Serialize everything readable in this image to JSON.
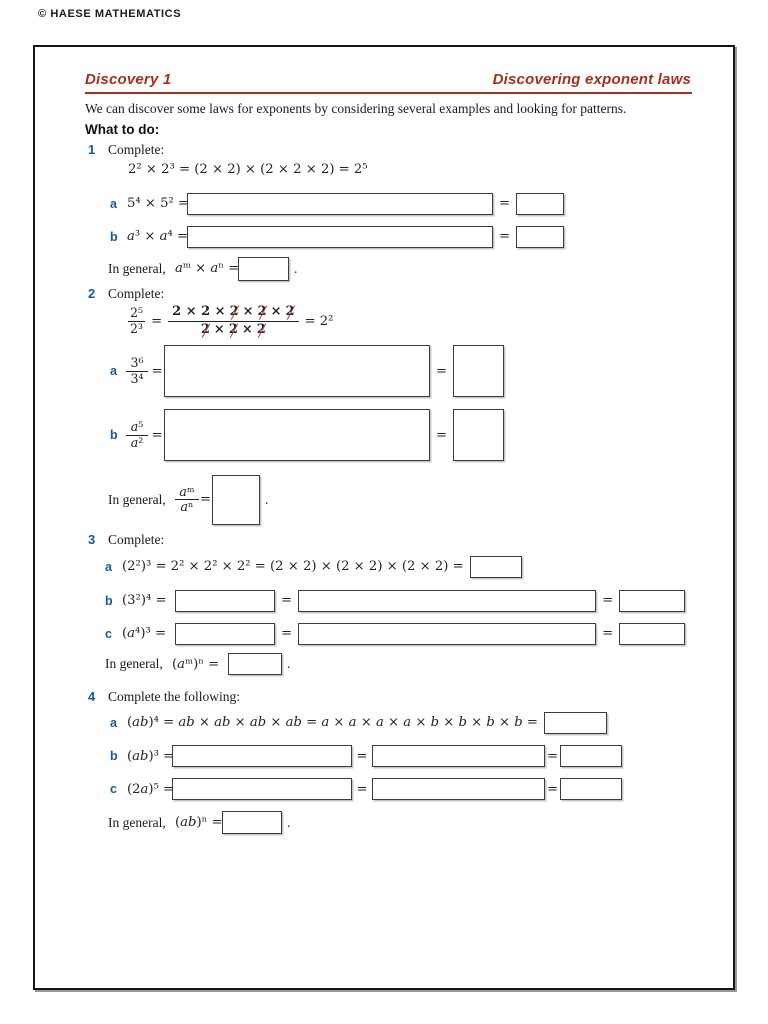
{
  "page": {
    "copyright": "© HAESE MATHEMATICS",
    "title_left": "Discovery 1",
    "title_right": "Discovering exponent laws",
    "intro": "We can discover some laws for exponents by considering several examples and looking for patterns.",
    "what_to_do": "What to do:",
    "colors": {
      "accent_red": "#A2311E",
      "accent_blue": "#17599B",
      "cancel_red": "#C43C2C",
      "ink": "#1a1a1a"
    }
  },
  "symbols": {
    "times": "×",
    "equals": "=",
    "period": "."
  },
  "q1": {
    "number": "1",
    "label": "Complete:",
    "example": "2² × 2³ = (2 × 2) × (2 × 2 × 2) = 2⁵",
    "a": {
      "letter": "a",
      "lhs": "5⁴ × 5² ="
    },
    "b": {
      "letter": "b",
      "lhs": "a³ × a⁴ ="
    },
    "general": {
      "label": "In general,",
      "lhs": "aᵐ × aⁿ ="
    }
  },
  "q2": {
    "number": "2",
    "label": "Complete:",
    "example": {
      "lhs_num": "2⁵",
      "lhs_den": "2³",
      "eq": "=",
      "num_plain": "2 × 2 ×",
      "num_cancel": [
        "2",
        "2",
        "2"
      ],
      "den_cancel": [
        "2",
        "2",
        "2"
      ],
      "rhs": "= 2²"
    },
    "a": {
      "letter": "a",
      "num": "3⁶",
      "den": "3⁴",
      "eq": "="
    },
    "b": {
      "letter": "b",
      "num": "a⁵",
      "den": "a²",
      "eq": "="
    },
    "general": {
      "label": "In general,",
      "num": "aᵐ",
      "den": "aⁿ",
      "eq": "="
    }
  },
  "q3": {
    "number": "3",
    "label": "Complete:",
    "a": {
      "letter": "a",
      "lhs": "(2²)³ = 2² × 2² × 2² = (2 × 2) × (2 × 2) × (2 × 2) ="
    },
    "b": {
      "letter": "b",
      "lhs": "(3²)⁴ ="
    },
    "c": {
      "letter": "c",
      "lhs": "(a⁴)³ ="
    },
    "general": {
      "label": "In general,",
      "lhs": "(aᵐ)ⁿ ="
    }
  },
  "q4": {
    "number": "4",
    "label": "Complete the following:",
    "a": {
      "letter": "a",
      "lhs": "(ab)⁴ = ab × ab × ab × ab = a × a × a × a × b × b × b × b ="
    },
    "b": {
      "letter": "b",
      "lhs": "(ab)³ ="
    },
    "c": {
      "letter": "c",
      "lhs": "(2a)⁵ ="
    },
    "general": {
      "label": "In general,",
      "lhs": "(ab)ⁿ ="
    }
  }
}
